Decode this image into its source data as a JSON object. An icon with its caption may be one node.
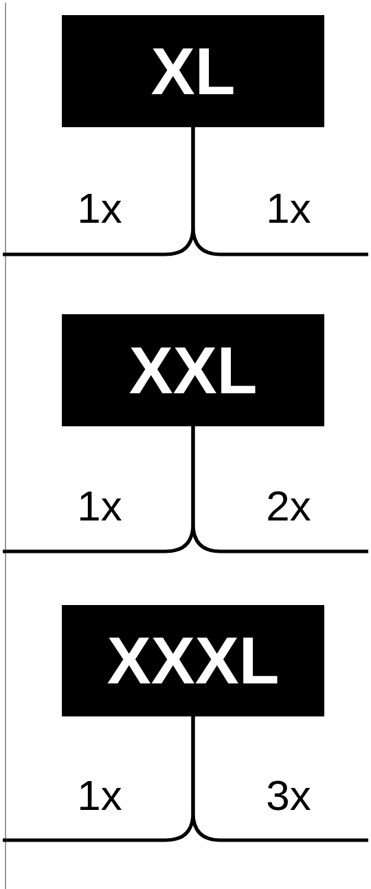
{
  "diagram": {
    "nodes": [
      {
        "text": [
          "XL"
        ]
      },
      {
        "text": [
          "XXL"
        ]
      },
      {
        "text": [
          "XXXL"
        ]
      }
    ],
    "edges": [
      {
        "from": 0,
        "to": null,
        "arrow": "none"
      },
      {
        "from": 0,
        "to": null,
        "arrow": "none"
      },
      {
        "from": 1,
        "to": null,
        "arrow": "none"
      },
      {
        "from": 1,
        "to": null,
        "arrow": "none"
      },
      {
        "from": 2,
        "to": null,
        "arrow": "none"
      },
      {
        "from": 2,
        "to": null,
        "arrow": "none"
      }
    ],
    "labels": [
      "1x",
      "1x",
      "1x",
      "2x",
      "1x",
      "3x"
    ]
  }
}
